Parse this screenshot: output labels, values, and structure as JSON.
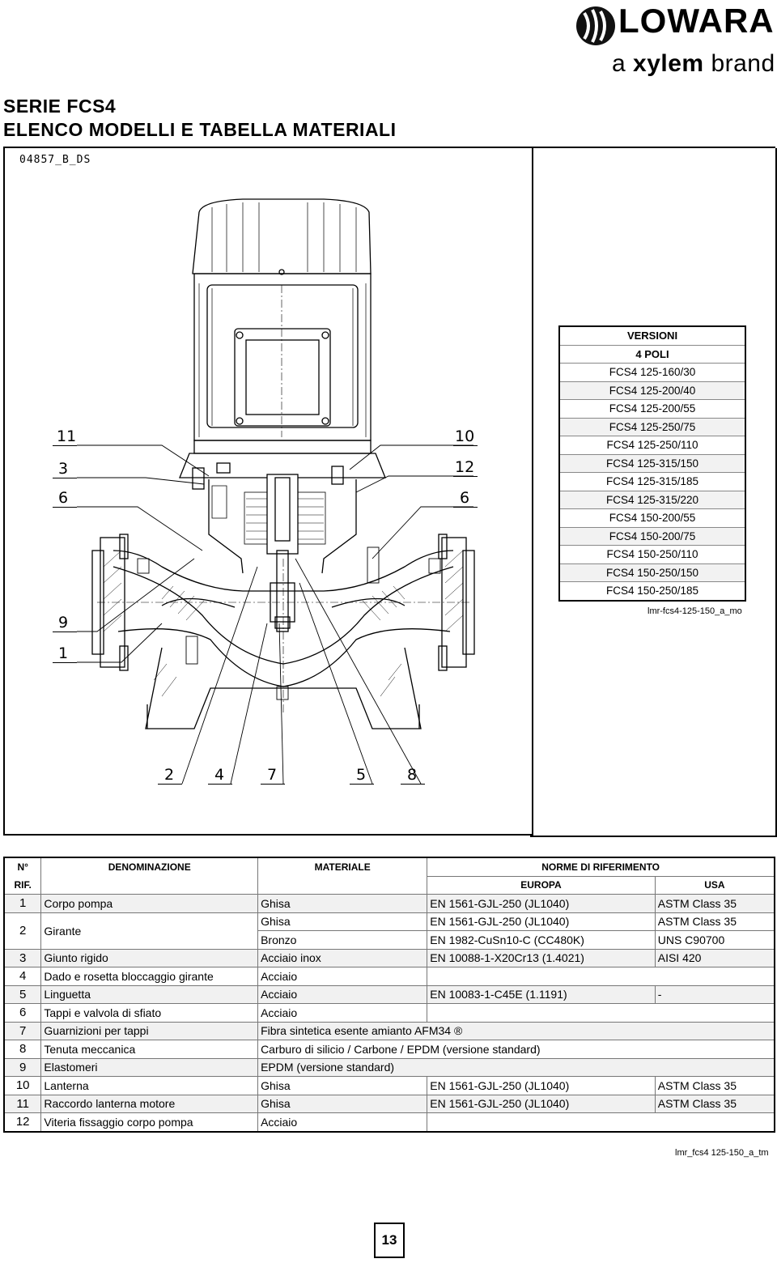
{
  "logo": {
    "brand": "LOWARA",
    "tagline_pre": "a ",
    "tagline_bold": "xylem",
    "tagline_post": " brand"
  },
  "header": {
    "title": "SERIE FCS4",
    "subtitle": "ELENCO MODELLI E TABELLA MATERIALI",
    "doc_code": "04857_B_DS"
  },
  "callouts": {
    "left": [
      "11",
      "3",
      "6",
      "9",
      "1"
    ],
    "right": [
      "10",
      "12",
      "6"
    ],
    "bottom": [
      "2",
      "4",
      "7",
      "5",
      "8"
    ]
  },
  "versions": {
    "header1": "VERSIONI",
    "header2": "4 POLI",
    "models": [
      "FCS4 125-160/30",
      "FCS4 125-200/40",
      "FCS4 125-200/55",
      "FCS4 125-250/75",
      "FCS4 125-250/110",
      "FCS4 125-315/150",
      "FCS4 125-315/185",
      "FCS4 125-315/220",
      "FCS4 150-200/55",
      "FCS4 150-200/75",
      "FCS4 150-250/110",
      "FCS4 150-250/150",
      "FCS4 150-250/185"
    ],
    "note": "lmr-fcs4-125-150_a_mo"
  },
  "materials": {
    "headers": {
      "n": "N°",
      "rif": "RIF.",
      "denominazione": "DENOMINAZIONE",
      "materiale": "MATERIALE",
      "norme": "NORME DI RIFERIMENTO",
      "europa": "EUROPA",
      "usa": "USA"
    },
    "rows": [
      {
        "n": "1",
        "name": "Corpo pompa",
        "material": "Ghisa",
        "eu": "EN 1561-GJL-250 (JL1040)",
        "usa": "ASTM Class 35"
      },
      {
        "n": "2",
        "name": "Girante",
        "material": "Ghisa",
        "eu": "EN 1561-GJL-250 (JL1040)",
        "usa": "ASTM Class 35"
      },
      {
        "n": "",
        "name": "",
        "material": "Bronzo",
        "eu": "EN 1982-CuSn10-C (CC480K)",
        "usa": "UNS C90700"
      },
      {
        "n": "3",
        "name": "Giunto rigido",
        "material": "Acciaio inox",
        "eu": "EN 10088-1-X20Cr13 (1.4021)",
        "usa": "AISI 420"
      },
      {
        "n": "4",
        "name": "Dado e rosetta bloccaggio girante",
        "material": "Acciaio",
        "eu": "",
        "usa": ""
      },
      {
        "n": "5",
        "name": "Linguetta",
        "material": "Acciaio",
        "eu": "EN 10083-1-C45E (1.1191)",
        "usa": "-"
      },
      {
        "n": "6",
        "name": "Tappi e valvola di sfiato",
        "material": "Acciaio",
        "eu": "",
        "usa": ""
      },
      {
        "n": "7",
        "name": "Guarnizioni per tappi",
        "material": "Fibra sintetica esente amianto AFM34 ®",
        "eu": "",
        "usa": ""
      },
      {
        "n": "8",
        "name": "Tenuta meccanica",
        "material": "Carburo di silicio / Carbone / EPDM (versione standard)",
        "eu": "",
        "usa": ""
      },
      {
        "n": "9",
        "name": "Elastomeri",
        "material": "EPDM (versione standard)",
        "eu": "",
        "usa": ""
      },
      {
        "n": "10",
        "name": "Lanterna",
        "material": "Ghisa",
        "eu": "EN 1561-GJL-250 (JL1040)",
        "usa": "ASTM Class 35"
      },
      {
        "n": "11",
        "name": "Raccordo lanterna motore",
        "material": "Ghisa",
        "eu": "EN 1561-GJL-250 (JL1040)",
        "usa": "ASTM Class 35"
      },
      {
        "n": "12",
        "name": "Viteria fissaggio corpo pompa",
        "material": "Acciaio",
        "eu": "",
        "usa": ""
      }
    ],
    "note": "lmr_fcs4 125-150_a_tm"
  },
  "page_number": "13"
}
